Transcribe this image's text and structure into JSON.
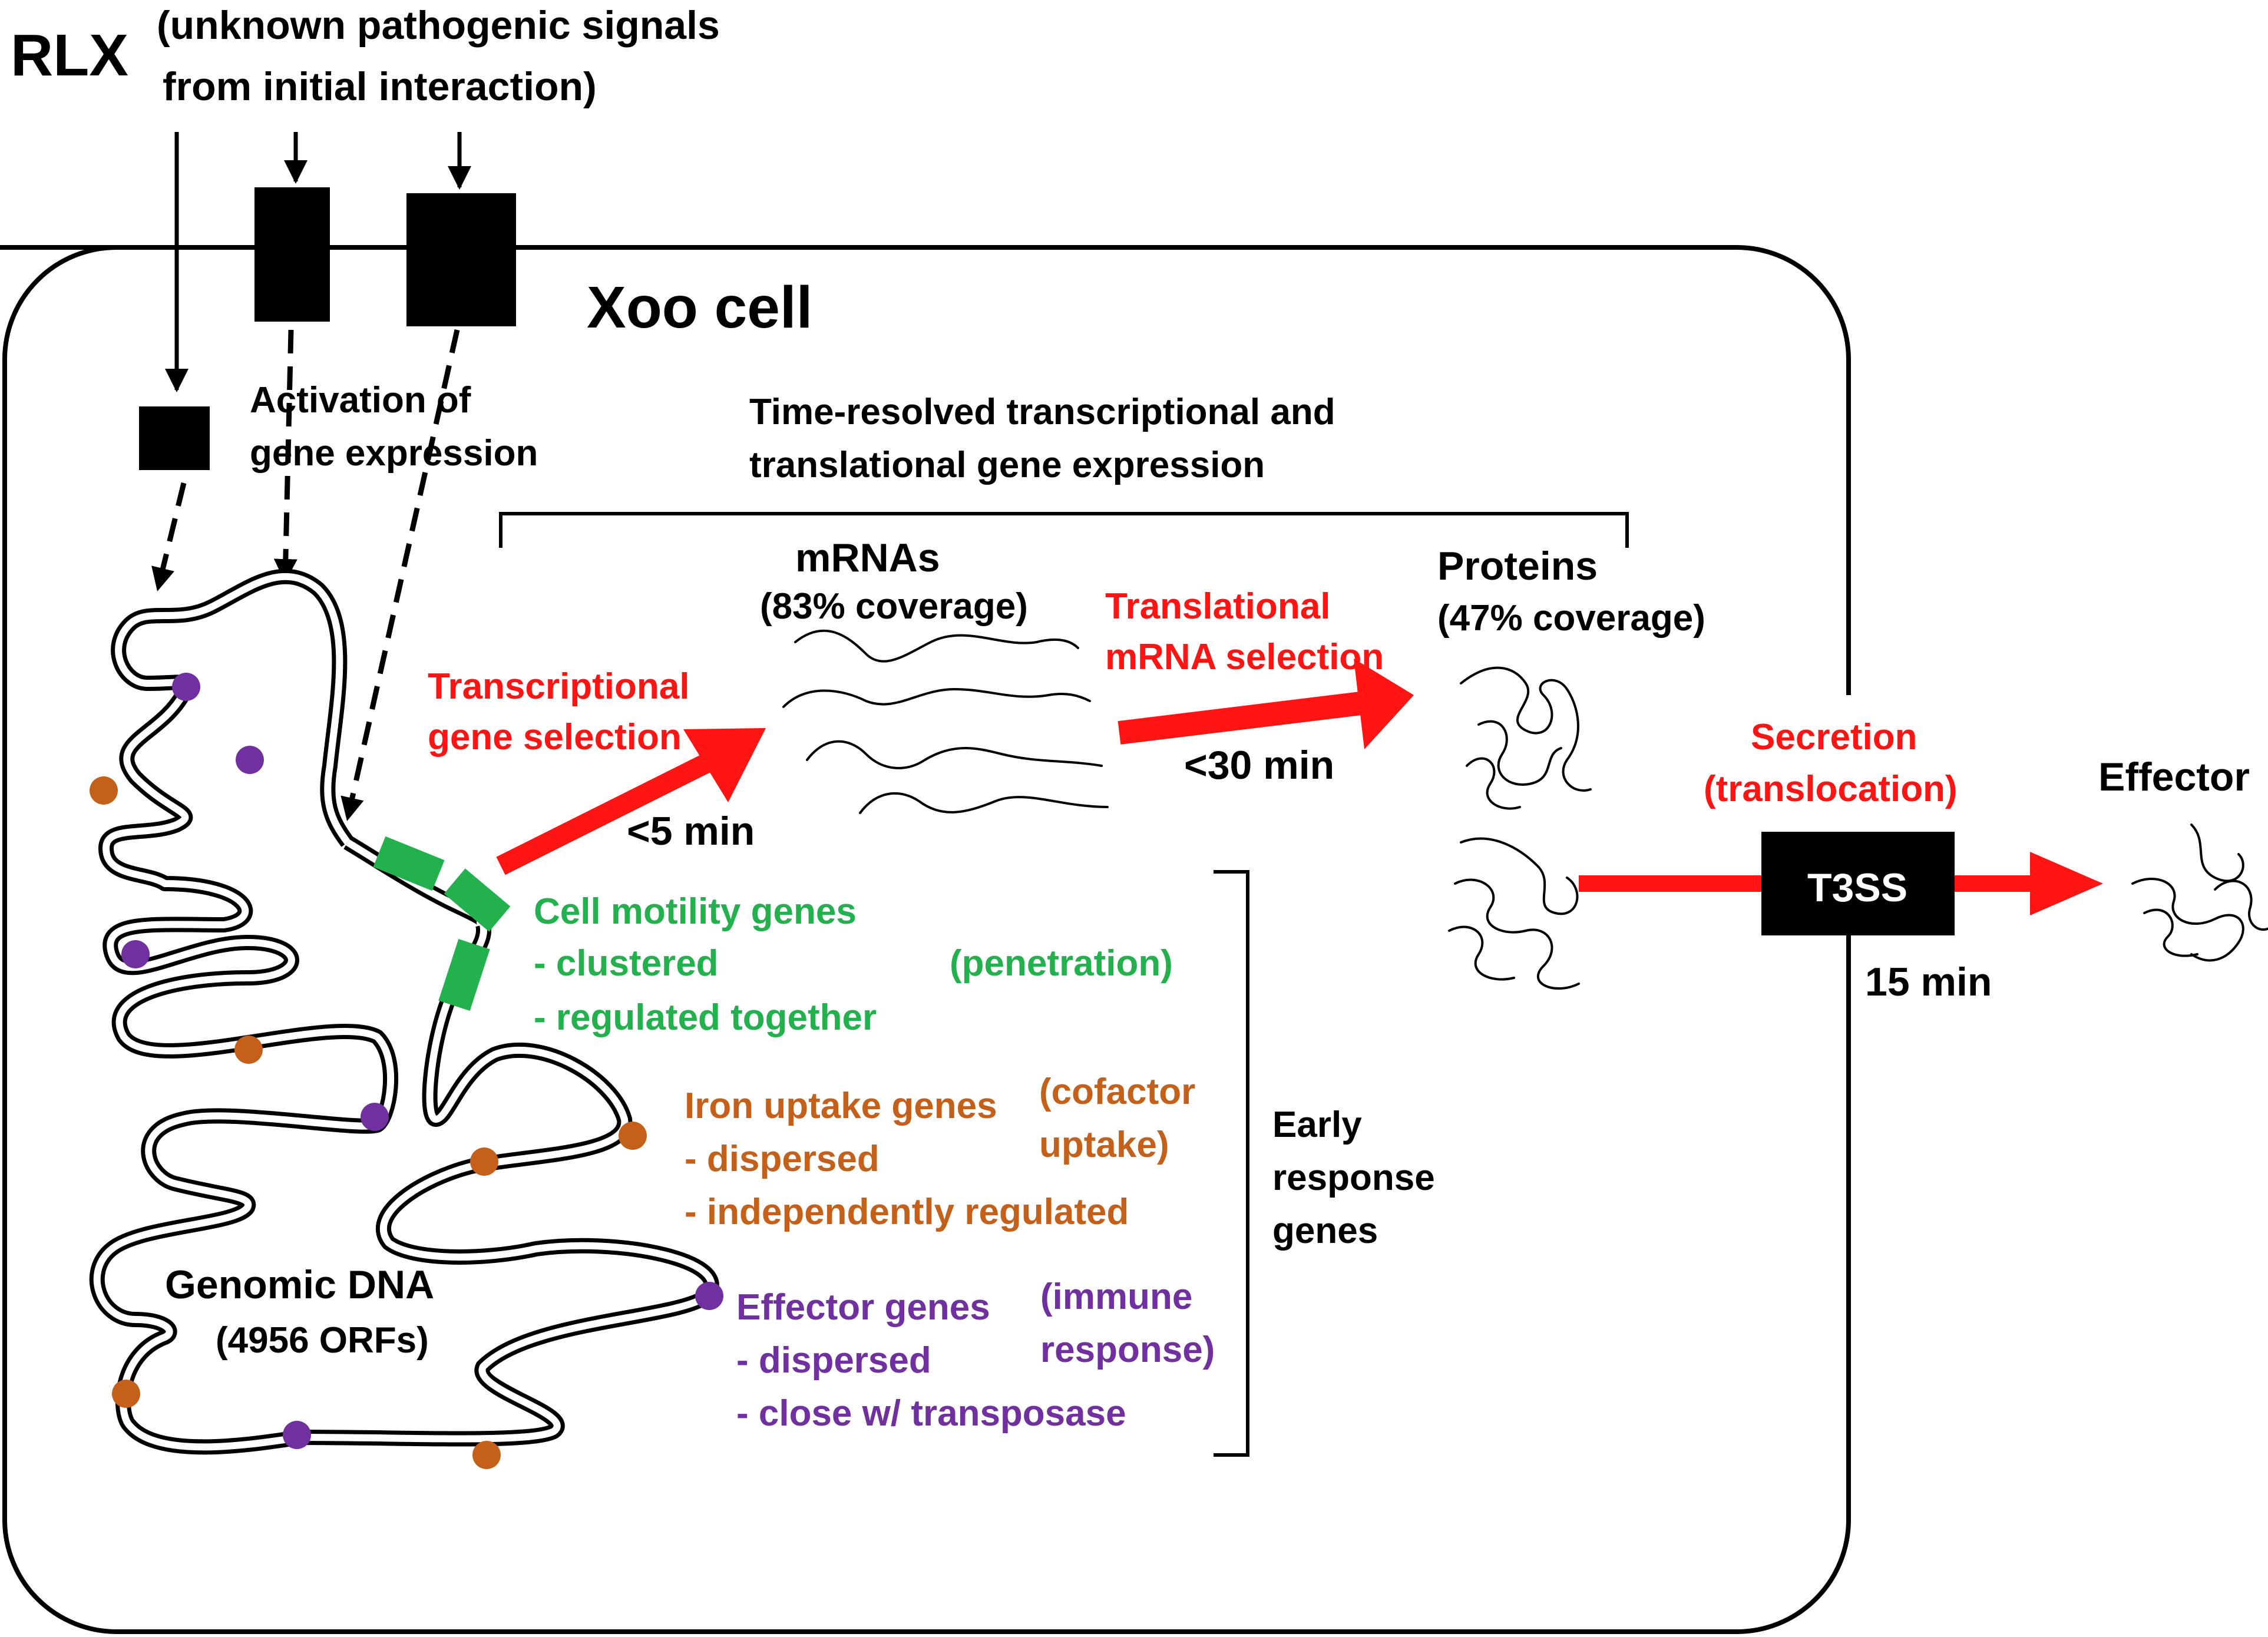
{
  "colors": {
    "signal_red": "#ff1414",
    "cell_motility_green": "#22b14c",
    "iron_orange": "#c5601a",
    "effector_purple": "#7030a0",
    "ink": "#000000"
  },
  "top": {
    "rlx": "RLX",
    "signals_line1": "(unknown pathogenic signals",
    "signals_line2": "from initial interaction)"
  },
  "cell": {
    "title": "Xoo cell",
    "activation_line1": "Activation of",
    "activation_line2": "gene expression"
  },
  "time_resolved": {
    "line1": "Time-resolved transcriptional and",
    "line2": "translational gene expression"
  },
  "mrnas": {
    "label": "mRNAs",
    "coverage": "(83% coverage)"
  },
  "proteins": {
    "label": "Proteins",
    "coverage": "(47% coverage)"
  },
  "steps": {
    "transcriptional_line1": "Transcriptional",
    "transcriptional_line2": "gene selection",
    "transcriptional_time": "<5 min",
    "translational_line1": "Translational",
    "translational_line2": "mRNA selection",
    "translational_time": "<30 min",
    "secretion_line1": "Secretion",
    "secretion_line2": "(translocation)",
    "secretion_time": "15 min"
  },
  "t3ss": "T3SS",
  "effector": "Effector",
  "genome": {
    "label": "Genomic DNA",
    "orfs": "(4956 ORFs)"
  },
  "early_response": {
    "line1": "Early",
    "line2": "response",
    "line3": "genes"
  },
  "gene_groups": {
    "cell_motility": {
      "title": "Cell motility genes",
      "item1": "- clustered",
      "item2": "- regulated together",
      "role": "(penetration)"
    },
    "iron_uptake": {
      "title": "Iron uptake genes",
      "item1": "- dispersed",
      "item2": "- independently regulated",
      "role_line1": "(cofactor",
      "role_line2": "uptake)"
    },
    "effector": {
      "title": "Effector genes",
      "item1": "- dispersed",
      "item2": "- close w/ transposase",
      "role_line1": "(immune",
      "role_line2": "response)"
    }
  }
}
